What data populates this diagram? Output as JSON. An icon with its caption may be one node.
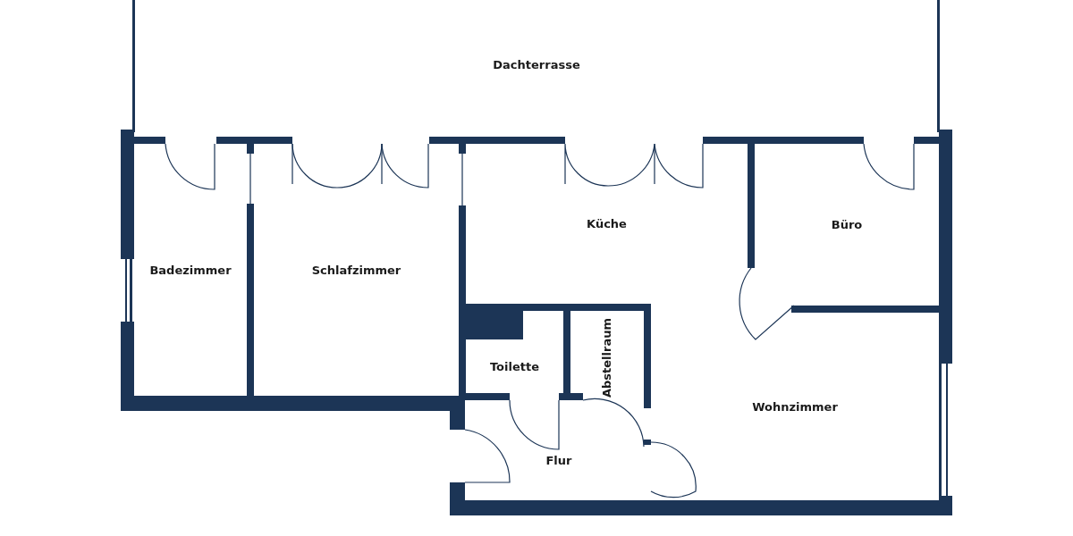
{
  "diagram": {
    "nodes": [
      {
        "text": [
          "Dachterrasse"
        ]
      },
      {
        "text": [
          "Badezimmer"
        ]
      },
      {
        "text": [
          "Schlafzimmer"
        ]
      },
      {
        "text": [
          "Küche"
        ]
      },
      {
        "text": [
          "Büro"
        ]
      },
      {
        "text": [
          "Toilette"
        ]
      },
      {
        "text": [
          "Abstellraum"
        ]
      },
      {
        "text": [
          "Wohnzimmer"
        ]
      },
      {
        "text": [
          "Flur"
        ]
      }
    ]
  }
}
